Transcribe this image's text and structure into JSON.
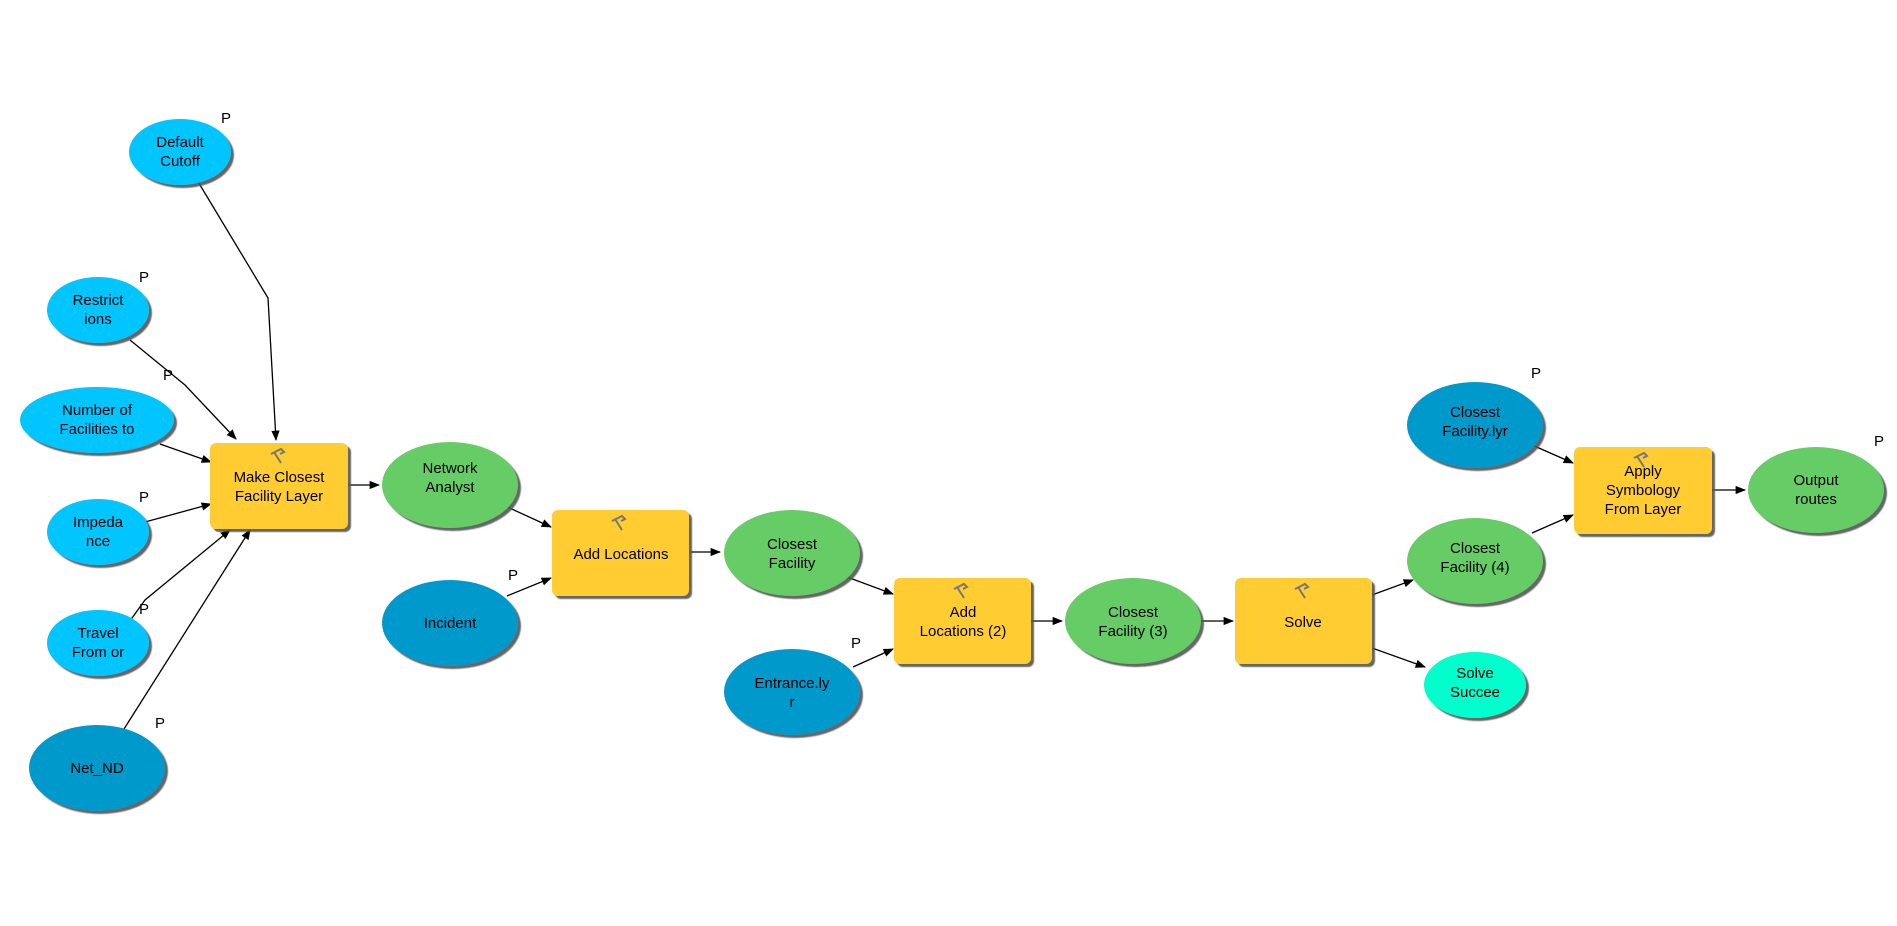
{
  "colors": {
    "input_variable": "#00C5FF",
    "input_data": "#0099CC",
    "derived_data": "#66CC66",
    "tool": "#FFCC33",
    "success_output": "#00FFCC",
    "connector": "#000000"
  },
  "param_marker": "P",
  "nodes": {
    "default_cutoff": {
      "line1": "Default",
      "line2": "Cutoff"
    },
    "restrictions": {
      "line1": "Restrict",
      "line2": "ions"
    },
    "number_of_facilities": {
      "line1": "Number of",
      "line2": "Facilities to"
    },
    "impedance": {
      "line1": "Impeda",
      "line2": "nce"
    },
    "travel_from": {
      "line1": "Travel",
      "line2": "From or"
    },
    "net_nd": {
      "line1": "Net_ND"
    },
    "make_closest_facility_layer": {
      "line1": "Make Closest",
      "line2": "Facility Layer"
    },
    "network_analyst": {
      "line1": "Network",
      "line2": "Analyst"
    },
    "incident": {
      "line1": "Incident"
    },
    "add_locations": {
      "line1": "Add Locations"
    },
    "closest_facility": {
      "line1": "Closest",
      "line2": "Facility"
    },
    "entrance_lyr": {
      "line1": "Entrance.ly",
      "line2": "r"
    },
    "add_locations_2": {
      "line1": "Add",
      "line2": "Locations (2)"
    },
    "closest_facility_3": {
      "line1": "Closest",
      "line2": "Facility (3)"
    },
    "solve": {
      "line1": "Solve"
    },
    "solve_succeeded": {
      "line1": "Solve",
      "line2": "Succee"
    },
    "closest_facility_4": {
      "line1": "Closest",
      "line2": "Facility (4)"
    },
    "closest_facility_lyr": {
      "line1": "Closest",
      "line2": "Facility.lyr"
    },
    "apply_symbology": {
      "line1": "Apply",
      "line2": "Symbology",
      "line3": "From Layer"
    },
    "output_routes": {
      "line1": "Output",
      "line2": "routes"
    }
  }
}
